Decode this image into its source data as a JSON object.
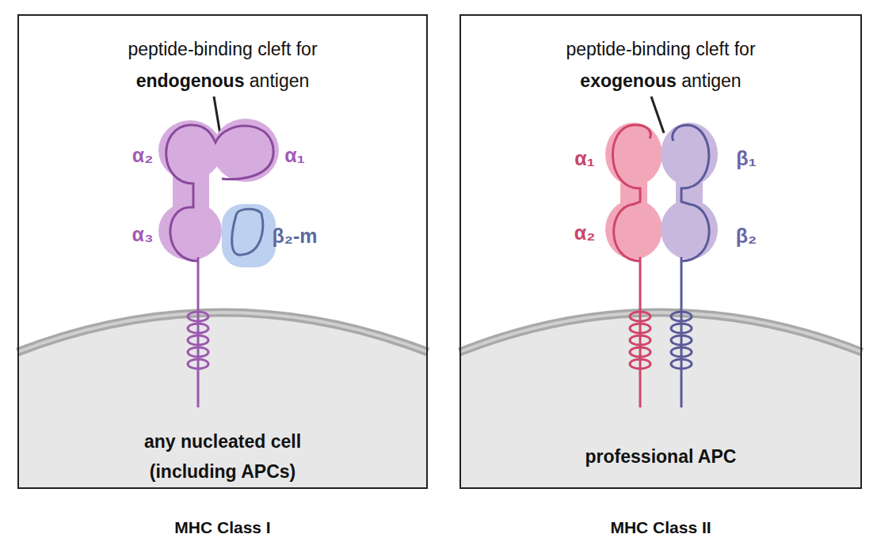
{
  "diagram": {
    "nodes": [
      {
        "text": [
          "peptide-binding cleft for endogenous antigen",
          "any nucleated cell (including APCs)",
          "MHC Class I"
        ]
      },
      {
        "text": [
          "peptide-binding cleft for exogenous antigen",
          "professional APC",
          "MHC Class II"
        ]
      }
    ],
    "labels": [
      "α₂",
      "α₁",
      "α₃",
      "β₂-m",
      "α₁",
      "α₂",
      "β₁",
      "β₂"
    ]
  }
}
